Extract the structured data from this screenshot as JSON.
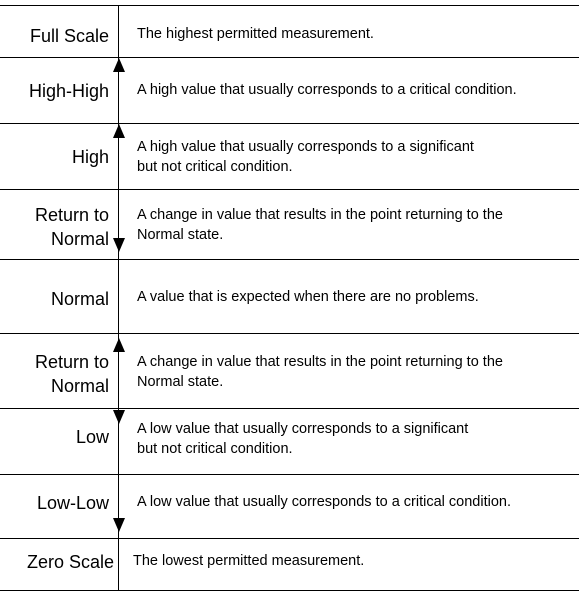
{
  "rows": [
    {
      "label": "Full Scale",
      "desc": "The highest permitted measurement."
    },
    {
      "label": "High-High",
      "desc": "A high value that usually corresponds to a critical condition."
    },
    {
      "label": "High",
      "desc": "A high value that usually corresponds to a significant but not critical condition.",
      "desc_line1": "A high value that usually corresponds to a significant",
      "desc_line2": "but not critical condition."
    },
    {
      "label_line1": "Return to",
      "label_line2": "Normal",
      "desc_line1": "A change in value that results in the point returning to the",
      "desc_line2": "Normal state."
    },
    {
      "label": "Normal",
      "desc": "A value that is expected when there are no problems."
    },
    {
      "label_line1": "Return to",
      "label_line2": "Normal",
      "desc_line1": "A change in value that results in the point returning to the",
      "desc_line2": "Normal state."
    },
    {
      "label": "Low",
      "desc_line1": "A low value that usually corresponds to a significant",
      "desc_line2": "but not critical condition."
    },
    {
      "label": "Low-Low",
      "desc": "A low value that usually corresponds to a critical condition."
    },
    {
      "label": "Zero Scale",
      "desc": "The lowest permitted measurement."
    }
  ]
}
